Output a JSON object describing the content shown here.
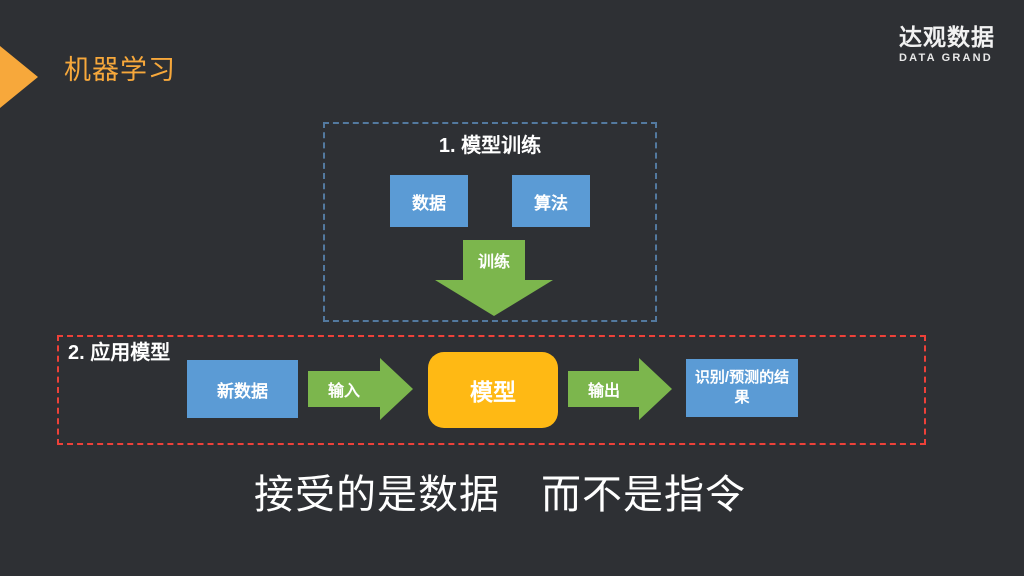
{
  "colors": {
    "background": "#2e3034",
    "accent_orange": "#f7a83b",
    "node_blue": "#5b9bd5",
    "arrow_green": "#7cb64d",
    "model_yellow": "#ffb914",
    "training_border_blue": "#53799f",
    "application_border_red": "#ed4139",
    "text_white": "#ffffff"
  },
  "header": {
    "title": "机器学习",
    "logo_cn": "达观数据",
    "logo_en": "DATA GRAND"
  },
  "training": {
    "label": "1. 模型训练",
    "nodes": [
      {
        "label": "数据"
      },
      {
        "label": "算法"
      }
    ],
    "arrow_label": "训练"
  },
  "application": {
    "label": "2. 应用模型",
    "input_node": "新数据",
    "input_arrow_label": "输入",
    "model_node": "模型",
    "output_arrow_label": "输出",
    "result_node": "识别/预测的结果"
  },
  "caption": {
    "text": "接受的是数据　而不是指令"
  }
}
